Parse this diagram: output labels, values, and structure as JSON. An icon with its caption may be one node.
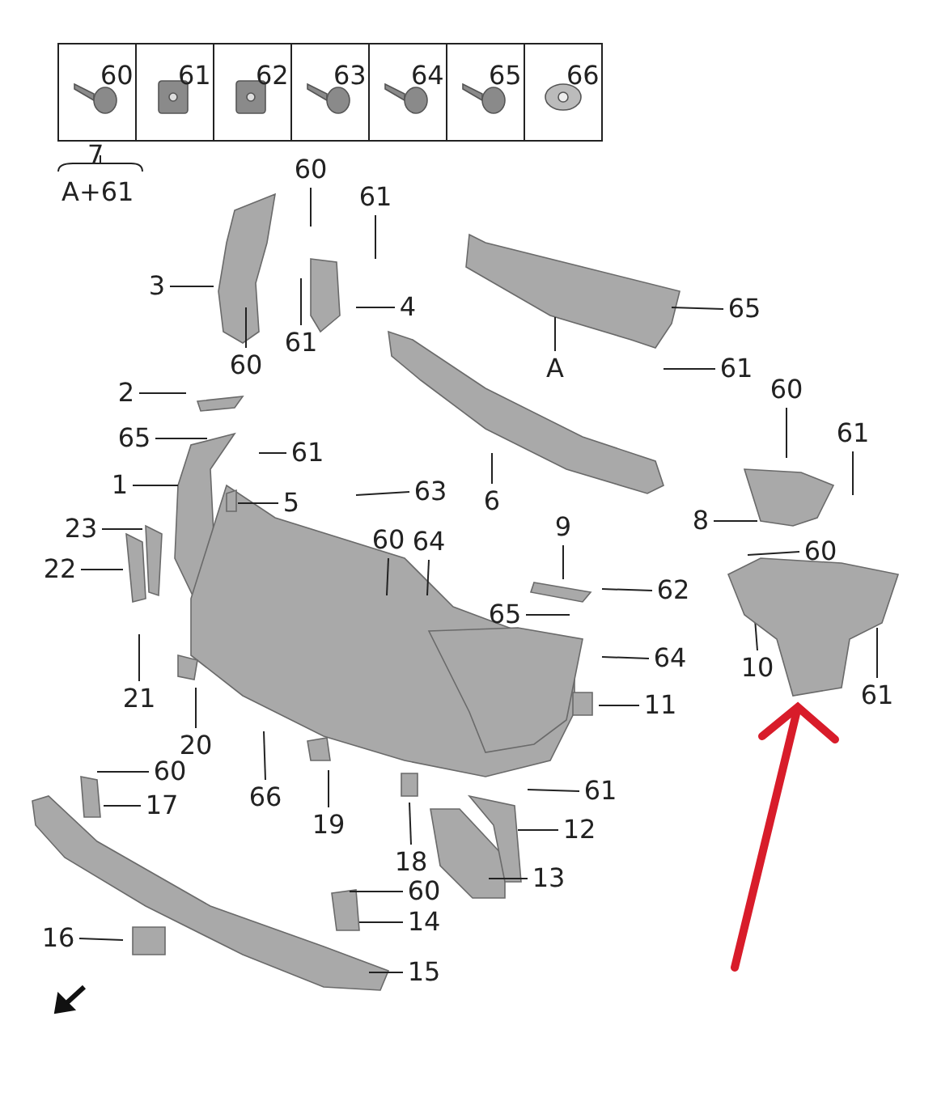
{
  "diagram": {
    "nodes": [
      {
        "text": [
          "60"
        ]
      },
      {
        "text": [
          "61"
        ]
      },
      {
        "text": [
          "3"
        ]
      },
      {
        "text": [
          "4"
        ]
      },
      {
        "text": [
          "65"
        ]
      },
      {
        "text": [
          "61"
        ]
      },
      {
        "text": [
          "60"
        ]
      },
      {
        "text": [
          "A"
        ]
      },
      {
        "text": [
          "61"
        ]
      },
      {
        "text": [
          "2"
        ]
      },
      {
        "text": [
          "60"
        ]
      },
      {
        "text": [
          "61"
        ]
      },
      {
        "text": [
          "65"
        ]
      },
      {
        "text": [
          "61"
        ]
      },
      {
        "text": [
          "1"
        ]
      },
      {
        "text": [
          "6"
        ]
      },
      {
        "text": [
          "5"
        ]
      },
      {
        "text": [
          "63"
        ]
      },
      {
        "text": [
          "8"
        ]
      },
      {
        "text": [
          "60"
        ]
      },
      {
        "text": [
          "9"
        ]
      },
      {
        "text": [
          "23"
        ]
      },
      {
        "text": [
          "60"
        ]
      },
      {
        "text": [
          "64"
        ]
      },
      {
        "text": [
          "22"
        ]
      },
      {
        "text": [
          "62"
        ]
      },
      {
        "text": [
          "65"
        ]
      },
      {
        "text": [
          "64"
        ]
      },
      {
        "text": [
          "10"
        ]
      },
      {
        "text": [
          "61"
        ]
      },
      {
        "text": [
          "21"
        ]
      },
      {
        "text": [
          "11"
        ]
      },
      {
        "text": [
          "20"
        ]
      },
      {
        "text": [
          "60"
        ]
      },
      {
        "text": [
          "61"
        ]
      },
      {
        "text": [
          "66"
        ]
      },
      {
        "text": [
          "17"
        ]
      },
      {
        "text": [
          "19"
        ]
      },
      {
        "text": [
          "12"
        ]
      },
      {
        "text": [
          "18"
        ]
      },
      {
        "text": [
          "13"
        ]
      },
      {
        "text": [
          "60"
        ]
      },
      {
        "text": [
          "14"
        ]
      },
      {
        "text": [
          "16"
        ]
      },
      {
        "text": [
          "15"
        ]
      },
      {
        "text": [],
        "shape": "picture"
      }
    ],
    "edges": [
      {
        "from": 0,
        "to": null,
        "arrow": "none"
      },
      {
        "from": 1,
        "to": null,
        "arrow": "none"
      },
      {
        "from": 2,
        "to": null,
        "arrow": "none"
      },
      {
        "from": 3,
        "to": null,
        "arrow": "none"
      },
      {
        "from": 4,
        "to": null,
        "arrow": "none"
      },
      {
        "from": 5,
        "to": null,
        "arrow": "none"
      },
      {
        "from": 6,
        "to": null,
        "arrow": "none"
      },
      {
        "from": 7,
        "to": null,
        "arrow": "none"
      },
      {
        "from": 8,
        "to": null,
        "arrow": "none"
      },
      {
        "from": 9,
        "to": null,
        "arrow": "none"
      },
      {
        "from": 10,
        "to": null,
        "arrow": "none"
      },
      {
        "from": 11,
        "to": null,
        "arrow": "none"
      },
      {
        "from": 12,
        "to": null,
        "arrow": "none"
      },
      {
        "from": 13,
        "to": null,
        "arrow": "none"
      },
      {
        "from": 14,
        "to": null,
        "arrow": "none"
      },
      {
        "from": 15,
        "to": null,
        "arrow": "none"
      },
      {
        "from": 16,
        "to": null,
        "arrow": "none"
      },
      {
        "from": 17,
        "to": null,
        "arrow": "none"
      },
      {
        "from": 18,
        "to": null,
        "arrow": "none"
      },
      {
        "from": 19,
        "to": 45,
        "arrow": "none"
      },
      {
        "from": 20,
        "to": null,
        "arrow": "none"
      },
      {
        "from": 21,
        "to": null,
        "arrow": "none"
      },
      {
        "from": 22,
        "to": null,
        "arrow": "none"
      },
      {
        "from": 23,
        "to": null,
        "arrow": "none"
      },
      {
        "from": 24,
        "to": null,
        "arrow": "none"
      },
      {
        "from": 25,
        "to": null,
        "arrow": "none"
      },
      {
        "from": 26,
        "to": null,
        "arrow": "none"
      },
      {
        "from": 27,
        "to": null,
        "arrow": "none"
      },
      {
        "from": 28,
        "to": 45,
        "arrow": "none"
      },
      {
        "from": 29,
        "to": 45,
        "arrow": "none"
      },
      {
        "from": 30,
        "to": null,
        "arrow": "none"
      },
      {
        "from": 31,
        "to": null,
        "arrow": "none"
      },
      {
        "from": 32,
        "to": null,
        "arrow": "none"
      },
      {
        "from": 33,
        "to": null,
        "arrow": "none"
      },
      {
        "from": 34,
        "to": null,
        "arrow": "none"
      },
      {
        "from": 35,
        "to": null,
        "arrow": "none"
      },
      {
        "from": 36,
        "to": null,
        "arrow": "none"
      },
      {
        "from": 37,
        "to": null,
        "arrow": "none"
      },
      {
        "from": 38,
        "to": null,
        "arrow": "none"
      },
      {
        "from": 39,
        "to": null,
        "arrow": "none"
      },
      {
        "from": 40,
        "to": null,
        "arrow": "none"
      },
      {
        "from": 41,
        "to": null,
        "arrow": "none"
      },
      {
        "from": 42,
        "to": null,
        "arrow": "none"
      },
      {
        "from": 43,
        "to": null,
        "arrow": "none"
      },
      {
        "from": 44,
        "to": null,
        "arrow": "none"
      },
      {
        "from": null,
        "to": 45,
        "arrow": "to",
        "style": "thick",
        "color": "#d81c2a"
      }
    ],
    "labels": [
      "60",
      "61",
      "62",
      "63",
      "64",
      "65",
      "66",
      "7",
      "A+61"
    ]
  }
}
